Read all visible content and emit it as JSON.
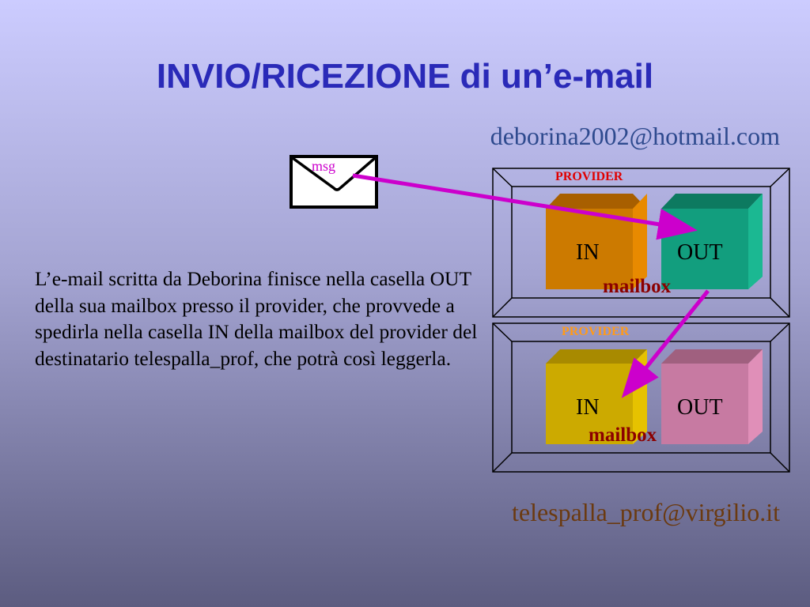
{
  "slide": {
    "title": "INVIO/RICEZIONE di un’e-mail",
    "sender_address": "deborina2002@hotmail.com",
    "receiver_address": "telespalla_prof@virgilio.it",
    "body_text": "L’e-mail scritta da Deborina finisce nella casella OUT della sua mailbox presso il provider, che provvede a spedirla nella casella IN della mailbox del provider del destinatario telespalla_prof, che potrà così leggerla."
  },
  "envelope": {
    "label": "msg"
  },
  "providers": [
    {
      "label": "PROVIDER",
      "label_color": "#e00000",
      "mailbox_label": "mailbox",
      "in_label": "IN",
      "out_label": "OUT",
      "in_color": "#cc7a00",
      "out_color": "#129e7e"
    },
    {
      "label": "PROVIDER",
      "label_color": "#ff9a1a",
      "mailbox_label": "mailbox",
      "in_label": "IN",
      "out_label": "OUT",
      "in_color": "#ccaa00",
      "out_color": "#c77aa2"
    }
  ],
  "colors": {
    "arrow": "#cc00cc",
    "title": "#2a2ab8",
    "mailbox_label": "#8b0000"
  }
}
